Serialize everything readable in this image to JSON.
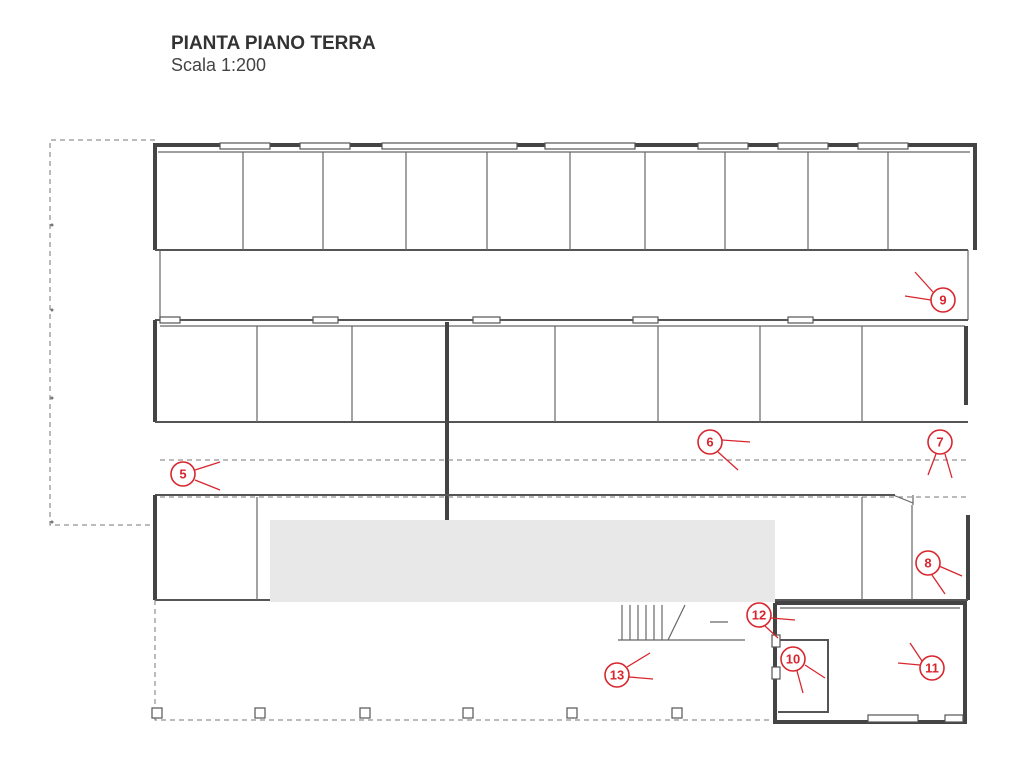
{
  "header": {
    "title": "PIANTA PIANO TERRA",
    "scale": "Scala 1:200"
  },
  "markers": [
    "5",
    "6",
    "7",
    "8",
    "9",
    "10",
    "11",
    "12",
    "13"
  ],
  "colors": {
    "marker": "#d8262e",
    "wall": "#555555"
  }
}
